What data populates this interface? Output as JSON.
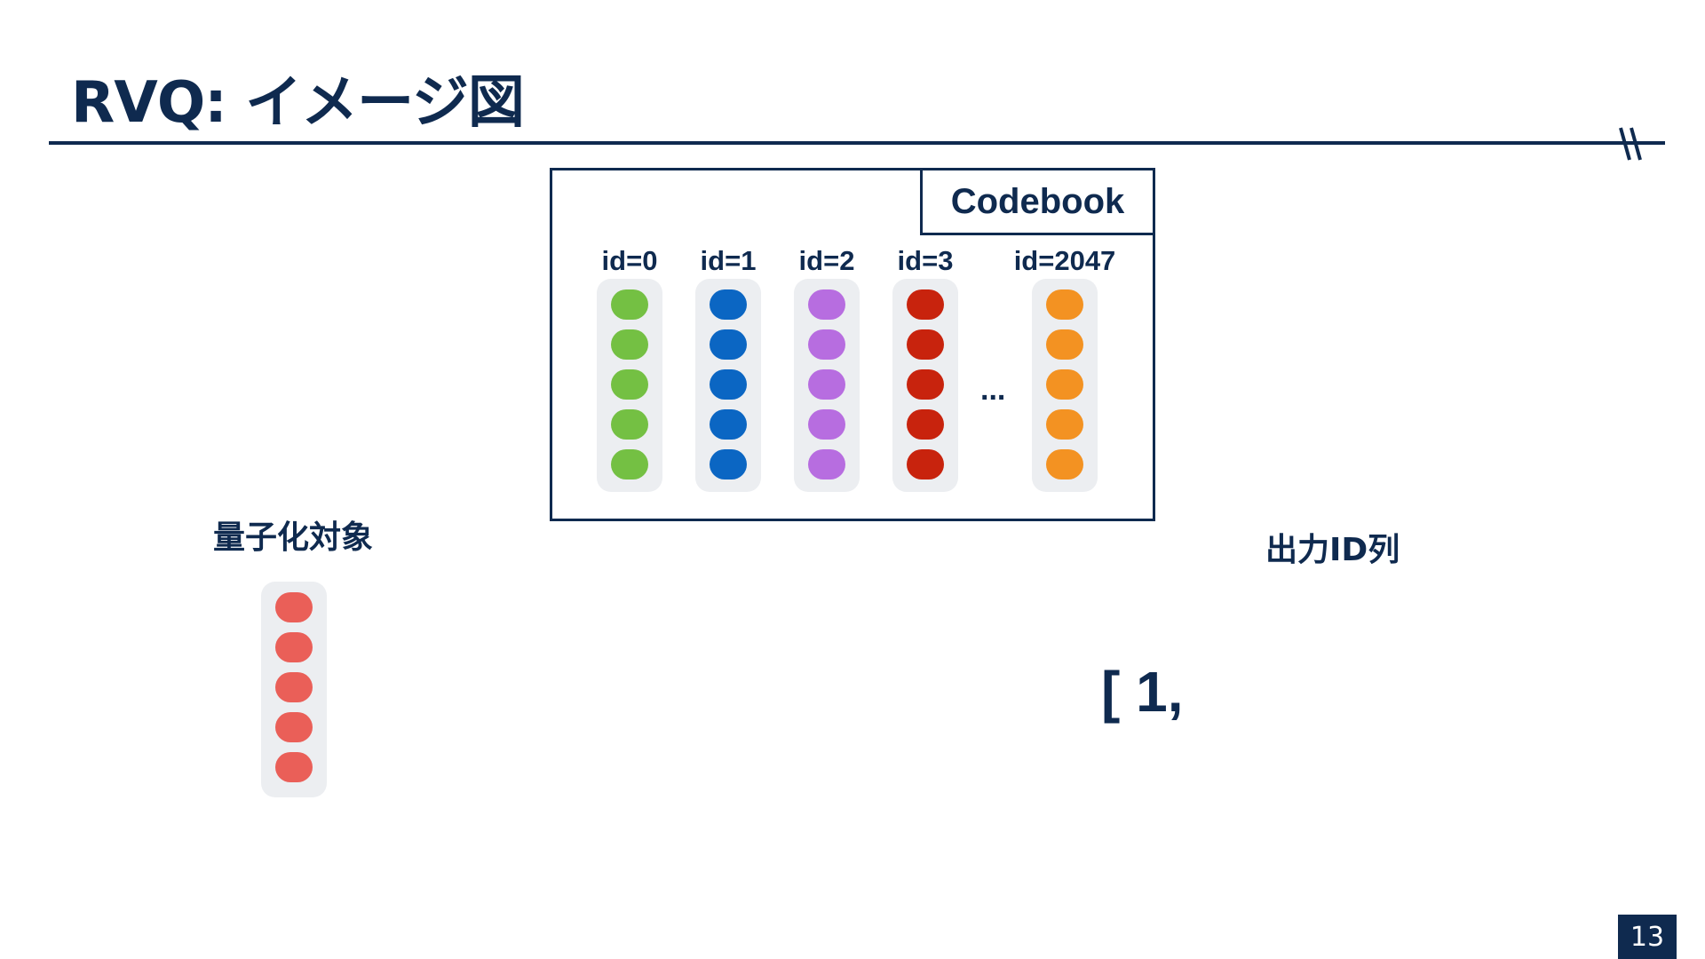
{
  "slide": {
    "title": "RVQ: イメージ図",
    "page_number": "13"
  },
  "colors": {
    "navy": "#0f2a4f",
    "vector_background": "#eceef1",
    "target_vector": "#ea5f58"
  },
  "codebook": {
    "label": "Codebook",
    "ellipsis": "...",
    "entries": [
      {
        "label": "id=0",
        "color": "#74c043"
      },
      {
        "label": "id=1",
        "color": "#0b66c3"
      },
      {
        "label": "id=2",
        "color": "#b76de0"
      },
      {
        "label": "id=3",
        "color": "#c8230d"
      },
      {
        "label": "id=2047",
        "color": "#f39222"
      }
    ]
  },
  "target": {
    "label": "量子化対象",
    "elements": 5
  },
  "output": {
    "label": "出力ID列",
    "ids_text": "[ 1,"
  }
}
